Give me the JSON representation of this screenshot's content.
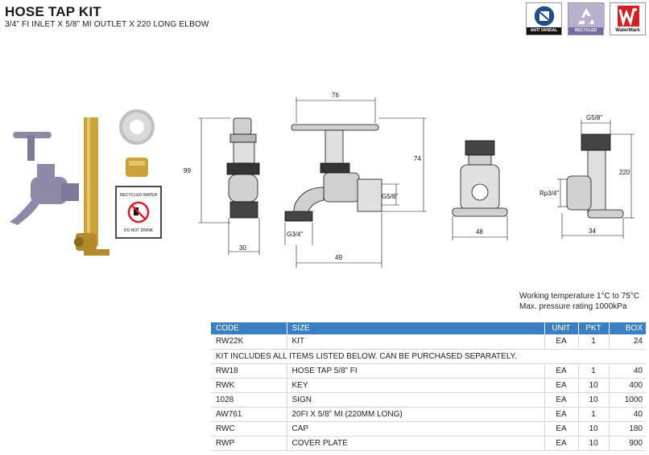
{
  "header": {
    "title": "HOSE TAP KIT",
    "subtitle": "3/4” FI INLET X 5/8” MI OUTLET X 220 LONG ELBOW"
  },
  "badges": [
    {
      "label": "ANTI VANDAL",
      "icon": "anti-vandal-icon"
    },
    {
      "label": "RECYCLED WATER",
      "icon": "recycle-icon"
    },
    {
      "label": "WaterMark",
      "icon": "watermark-logo"
    }
  ],
  "sign": {
    "heading": "RECYCLED WATER",
    "footer": "DO NOT DRINK"
  },
  "dimensions": {
    "tap_height": "99",
    "tap_width": "30",
    "handle_width": "76",
    "spout_height": "74",
    "outlet_thread": "G5/8”",
    "inlet_thread": "G3/4”",
    "spout_length": "49",
    "plate_width": "48",
    "elbow_thread": "G5/8”",
    "elbow_inlet": "Rp3/4”",
    "elbow_length": "220",
    "elbow_depth": "34"
  },
  "specs": {
    "temperature": "Working temperature 1°C to 75°C",
    "pressure": "Max. pressure rating 1000kPa"
  },
  "table": {
    "headers": {
      "code": "CODE",
      "size": "SIZE",
      "unit": "UNIT",
      "pkt": "PKT",
      "box": "BOX"
    },
    "main_row": {
      "code": "RW22K",
      "size": "KIT",
      "unit": "EA",
      "pkt": "1",
      "box": "24"
    },
    "note": "KIT INCLUDES ALL ITEMS LISTED BELOW. CAN BE PURCHASED SEPARATELY.",
    "rows": [
      {
        "code": "RW18",
        "size": "HOSE TAP 5/8” FI",
        "unit": "EA",
        "pkt": "1",
        "box": "40"
      },
      {
        "code": "RWK",
        "size": "KEY",
        "unit": "EA",
        "pkt": "10",
        "box": "400"
      },
      {
        "code": "1028",
        "size": "SIGN",
        "unit": "EA",
        "pkt": "10",
        "box": "1000"
      },
      {
        "code": "AW761",
        "size": "20FI X 5/8” MI (220MM LONG)",
        "unit": "EA",
        "pkt": "1",
        "box": "40"
      },
      {
        "code": "RWC",
        "size": "CAP",
        "unit": "EA",
        "pkt": "10",
        "box": "180"
      },
      {
        "code": "RWP",
        "size": "COVER PLATE",
        "unit": "EA",
        "pkt": "10",
        "box": "900"
      }
    ]
  },
  "colors": {
    "table_header": "#3a7fc1",
    "brass": "#c9a23a",
    "tap_purple": "#8c8aa8"
  }
}
